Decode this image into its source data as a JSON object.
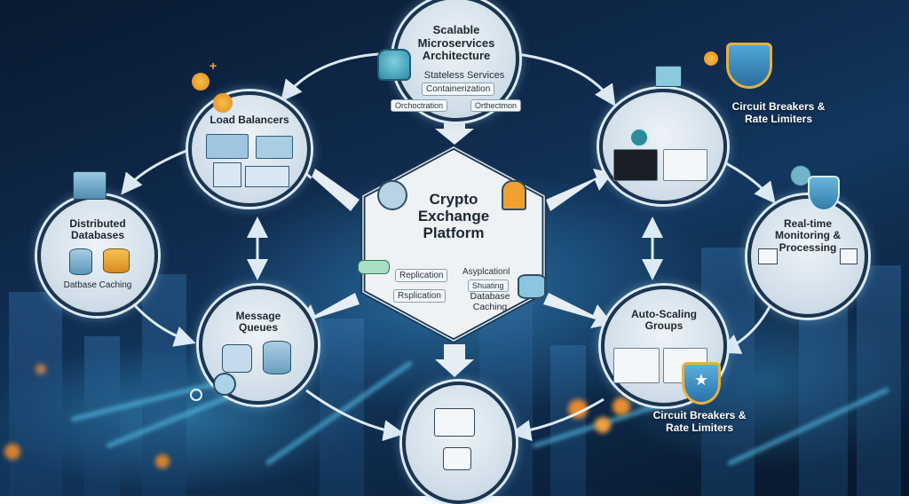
{
  "diagram": {
    "center": {
      "title_lines": [
        "Crypto",
        "Exchange",
        "Platform"
      ],
      "chips_left": [
        "Replication",
        "Rsplication"
      ],
      "chips_right": [
        "Asyplcationl",
        "Shuating"
      ],
      "right_caption_lines": [
        "Database",
        "Caching"
      ]
    },
    "nodes": {
      "top": {
        "title_lines": [
          "Scalable",
          "Microservices",
          "Architecture"
        ],
        "subtitle": "Stateless Services",
        "chips": [
          "Containerization",
          "Orchoctration",
          "Orthectmon"
        ]
      },
      "load_balancers": {
        "title": "Load Balancers"
      },
      "distributed_databases": {
        "title_lines": [
          "Distributed",
          "Databases"
        ],
        "caption": "Datbase Caching"
      },
      "message_queues": {
        "title_lines": [
          "Message",
          "Queues"
        ]
      },
      "bottom": {
        "title": ""
      },
      "top_right": {
        "title": ""
      },
      "realtime_monitoring": {
        "title_lines": [
          "Real-time",
          "Monitoring &",
          "Processing"
        ]
      },
      "auto_scaling": {
        "title_lines": [
          "Auto-Scaling",
          "Groups"
        ]
      }
    },
    "external_labels": {
      "circuit_breakers_top": [
        "Circuit Breakers &",
        "Rate Limiters"
      ],
      "circuit_breakers_bottom": [
        "Circuit Breakers &",
        "Rate Limiters"
      ]
    },
    "icons": [
      "robot-icon",
      "bitcoin-coin-icon",
      "bitcoin-shield-icon",
      "star-shield-icon",
      "monitor-sync-icon",
      "database-icon",
      "server-stack-icon",
      "chat-bubble-icon",
      "document-icon",
      "chart-icon",
      "magnifier-icon",
      "gear-icon"
    ],
    "colors": {
      "background_dark": "#0a1a30",
      "background_mid": "#12375e",
      "node_fill": "#e6edf3",
      "node_ring": "#1b3550",
      "accent_cyan": "#5ac8f0",
      "coin_gold": "#f0a830",
      "text_dark": "#1c2733"
    }
  }
}
